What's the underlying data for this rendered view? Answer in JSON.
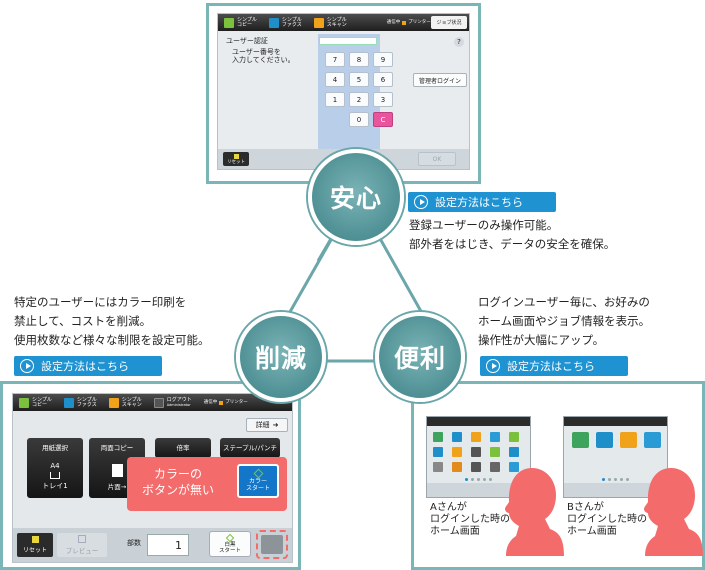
{
  "colors": {
    "teal": "#6aa6aa",
    "circle": "#4c8e92",
    "blue": "#1f93d2",
    "pink": "#f56d6d",
    "copy_green": "#7cc13b",
    "fax_blue": "#1e8fc9",
    "scan_orange": "#f0a21b"
  },
  "top_screen": {
    "toolbar": {
      "copy": "シンプル\nコピー",
      "fax": "シンプル\nファクス",
      "scan": "シンプル\nスキャン",
      "status_left": "通信中",
      "status_right": "プリンター",
      "job_status": "ジョブ状況"
    },
    "title": "ユーザー認証",
    "prompt": "ユーザー番号を\n入力してください。",
    "help": "?",
    "keys": [
      "7",
      "8",
      "9",
      "4",
      "5",
      "6",
      "1",
      "2",
      "3",
      "0"
    ],
    "clear": "C",
    "admin_login": "管理者ログイン",
    "reset": "リセット",
    "ok": "OK"
  },
  "anshin": {
    "circle": "安心",
    "link": "設定方法はこちら",
    "desc1": "登録ユーザーのみ操作可能。",
    "desc2": "部外者をはじき、データの安全を確保。"
  },
  "sakugen": {
    "circle": "削減",
    "link": "設定方法はこちら",
    "desc1": "特定のユーザーにはカラー印刷を",
    "desc2": "禁止して、コストを削減。",
    "desc3": "使用枚数など様々な制限を設定可能。"
  },
  "benri": {
    "circle": "便利",
    "link": "設定方法はこちら",
    "desc1": "ログインユーザー毎に、お好みの",
    "desc2": "ホーム画面やジョブ情報を表示。",
    "desc3": "操作性が大幅にアップ。"
  },
  "bottom_left_screen": {
    "toolbar": {
      "copy": "シンプル\nコピー",
      "fax": "シンプル\nファクス",
      "scan": "シンプル\nスキャン",
      "logout": "ログアウト",
      "logout_sub": "Administrator",
      "status_left": "通信中",
      "status_right": "プリンター"
    },
    "detail": "詳細",
    "paper_select": "用紙選択",
    "paper_value": "A4",
    "tray": "トレイ1",
    "duplex": "両面コピー",
    "duplex_value": "片面→",
    "magnification": "倍率",
    "staple": "ステープル/パンチ",
    "callout": "カラーの\nボタンが無い",
    "color_start": "カラー\nスタート",
    "reset": "リセット",
    "preview": "プレビュー",
    "copies_label": "部数",
    "copies_value": "1",
    "bw_start": "白黒\nスタート"
  },
  "bottom_right": {
    "caption_a": "Aさんが\nログインした時の\nホーム画面",
    "caption_b": "Bさんが\nログインした時の\nホーム画面"
  }
}
